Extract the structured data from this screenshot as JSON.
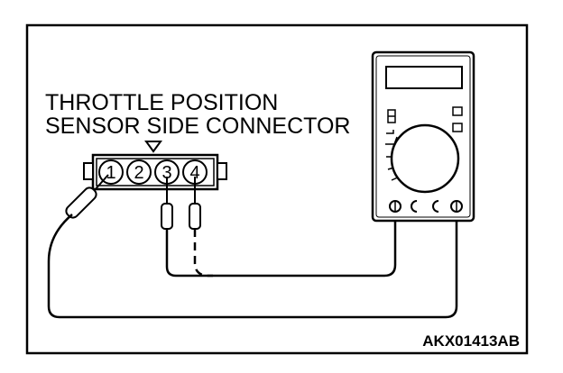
{
  "diagram": {
    "title_line_1": "THROTTLE POSITION",
    "title_line_2": "SENSOR SIDE CONNECTOR",
    "connector_pins": [
      "1",
      "2",
      "3",
      "4"
    ],
    "figure_code": "AKX01413AB",
    "colors": {
      "ink": "#000000",
      "background": "#ffffff"
    }
  }
}
